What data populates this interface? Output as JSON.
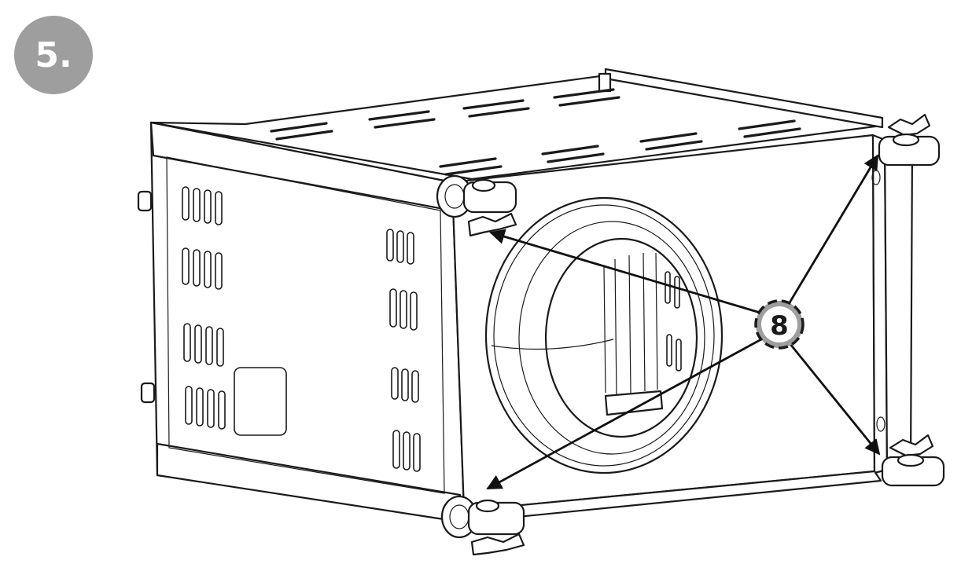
{
  "step": {
    "label": "5.",
    "badge_color": "#9e9e9e"
  },
  "callout": {
    "number": "8"
  },
  "diagram": {
    "subject": "ventilation-fan-box-with-caster-wheels",
    "callout_targets": [
      "caster-wheel-top-left",
      "caster-wheel-bottom-left",
      "caster-wheel-top-right",
      "caster-wheel-bottom-right"
    ]
  }
}
